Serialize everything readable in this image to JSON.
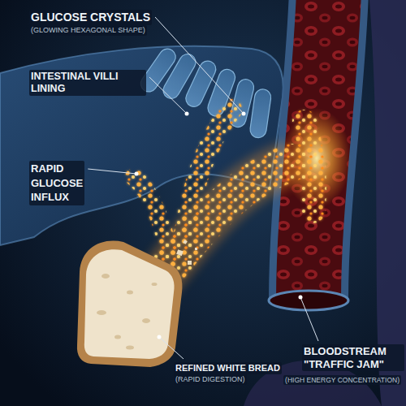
{
  "diagram": {
    "labels": [
      "GLUCOSE CRYSTALS",
      "(GLOWING HEXAGONAL SHAPE)",
      "INTESTINAL VILLI LINING",
      "RAPID GLUCOSE INFLUX",
      "BLOODSTREAM \"TRAFFIC JAM\"",
      "(HIGH ENERGY CONCENTRATION)",
      "REFINED WHITE BREAD",
      "(RAPID DIGESTION)"
    ]
  }
}
